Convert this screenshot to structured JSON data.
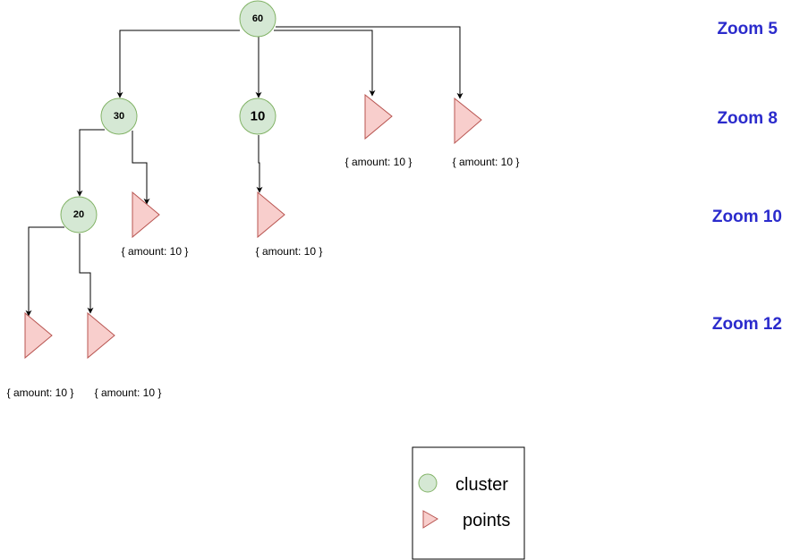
{
  "colors": {
    "cluster_fill": "#d5e8d4",
    "cluster_stroke": "#82b366",
    "point_fill": "#f8cecc",
    "point_stroke": "#b85450",
    "zoom_label": "#2b2bcc",
    "edge": "#000000"
  },
  "zoom_levels": [
    {
      "label": "Zoom 5"
    },
    {
      "label": "Zoom 8"
    },
    {
      "label": "Zoom 10"
    },
    {
      "label": "Zoom 12"
    }
  ],
  "clusters": [
    {
      "id": "c60",
      "value": "60"
    },
    {
      "id": "c30",
      "value": "30"
    },
    {
      "id": "c10",
      "value": "10"
    },
    {
      "id": "c20",
      "value": "20"
    }
  ],
  "points": [
    {
      "id": "p1",
      "label": "{ amount: 10 }"
    },
    {
      "id": "p2",
      "label": "{ amount: 10 }"
    },
    {
      "id": "p3",
      "label": "{ amount: 10 }"
    },
    {
      "id": "p4",
      "label": "{ amount: 10 }"
    },
    {
      "id": "p5",
      "label": "{ amount: 10 }"
    },
    {
      "id": "p6",
      "label": "{ amount: 10 }"
    }
  ],
  "legend": {
    "cluster_label": "cluster",
    "points_label": "points"
  }
}
